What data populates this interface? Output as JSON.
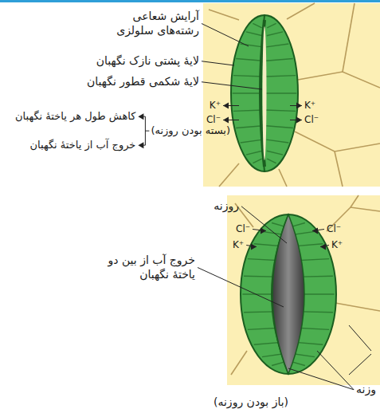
{
  "diagram": {
    "labels": [
      "آرایش شعاعی رشته‌های سلولزی",
      "K⁺",
      "Cl⁻",
      "K⁺",
      "Cl⁻",
      "لایهٔ پشتی نازک نگهبان",
      "لایهٔ شکمی قطور نگهبان",
      "کاهش طول هر یاختهٔ نگهبان",
      "(بسته بودن روزنه)",
      "خروج آب از یاختهٔ نگهبان",
      "روزنه",
      "Cl⁻",
      "K⁺",
      "Cl⁻",
      "K⁺",
      "خروج آب از بین دو یاختهٔ نگهبان",
      "وزنه",
      "(باز بودن روزنه)"
    ]
  }
}
